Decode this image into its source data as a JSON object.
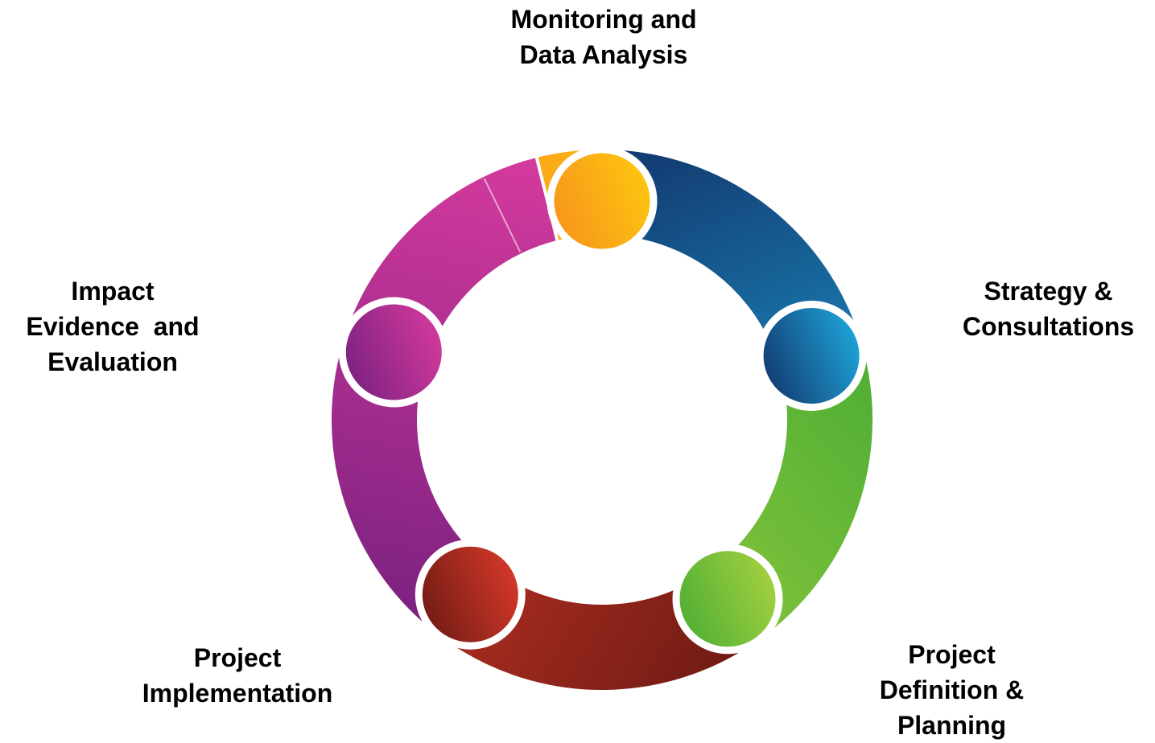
{
  "diagram": {
    "stages": [
      {
        "id": "monitoring",
        "label": "Monitoring and\nData Analysis",
        "colors": [
          "#f7941d",
          "#fdc70e"
        ]
      },
      {
        "id": "strategy",
        "label": "Strategy &\nConsultations",
        "colors": [
          "#12386e",
          "#1ea8dc"
        ]
      },
      {
        "id": "definition",
        "label": "Project\nDefinition &\nPlanning",
        "colors": [
          "#4eae34",
          "#a6d140"
        ]
      },
      {
        "id": "implementation",
        "label": "Project\nImplementation",
        "colors": [
          "#6f1b14",
          "#d8392a"
        ]
      },
      {
        "id": "impact",
        "label": "Impact\nEvidence  and\nEvaluation",
        "colors": [
          "#7a2180",
          "#d53a9d"
        ]
      }
    ]
  }
}
